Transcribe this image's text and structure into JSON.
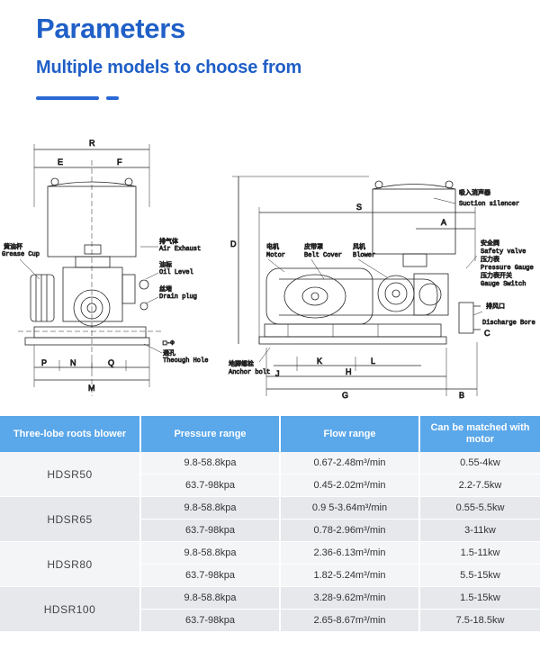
{
  "heading": {
    "title": "Parameters",
    "subtitle": "Multiple models to choose from"
  },
  "drawing_labels": {
    "front": {
      "R": "R",
      "E": "E",
      "F": "F",
      "grease_cup_cn": "黄油杯",
      "grease_cup": "Grease Cup",
      "air_exhaust_cn": "排气体",
      "air_exhaust": "Air Exhaust",
      "oil_level_cn": "油标",
      "oil_level": "Oil Level",
      "drain_plug_cn": "丝堵",
      "drain_plug": "Drain plug",
      "through_hole_cn": "通孔",
      "through_hole": "Theough Hole",
      "hole_mark": "□-Φ",
      "P": "P",
      "N": "N",
      "Q": "Q",
      "M": "M"
    },
    "side": {
      "S": "S",
      "A": "A",
      "D": "D",
      "suction_silencer_cn": "吸入消声器",
      "suction_silencer": "Suction silencer",
      "motor_cn": "电机",
      "motor": "Motor",
      "belt_cover_cn": "皮带罩",
      "belt_cover": "Belt Cover",
      "blower_cn": "风机",
      "blower": "Blower",
      "safety_valve_cn": "安全阀",
      "safety_valve": "Safety valve",
      "pressure_gauge_cn": "压力表",
      "pressure_gauge": "Pressure Gauge",
      "gauge_switch_cn": "压力表开关",
      "gauge_switch": "Gauge Switch",
      "discharge_bore_cn": "排风口",
      "discharge_bore": "Discharge Bore",
      "anchor_bolt_cn": "地脚螺栓",
      "anchor_bolt": "Anchor bolt",
      "C": "C",
      "J": "J",
      "K": "K",
      "L": "L",
      "H": "H",
      "G": "G",
      "B": "B"
    }
  },
  "table": {
    "headers": [
      "Three-lobe roots blower",
      "Pressure range",
      "Flow range",
      "Can be matched with motor"
    ],
    "groups": [
      {
        "model": "HDSR50",
        "rows": [
          {
            "pressure": "9.8-58.8kpa",
            "flow": "0.67-2.48m³/min",
            "motor": "0.55-4kw"
          },
          {
            "pressure": "63.7-98kpa",
            "flow": "0.45-2.02m³/min",
            "motor": "2.2-7.5kw"
          }
        ]
      },
      {
        "model": "HDSR65",
        "rows": [
          {
            "pressure": "9.8-58.8kpa",
            "flow": "0.9 5-3.64m³/min",
            "motor": "0.55-5.5kw"
          },
          {
            "pressure": "63.7-98kpa",
            "flow": "0.78-2.96m³/min",
            "motor": "3-11kw"
          }
        ]
      },
      {
        "model": "HDSR80",
        "rows": [
          {
            "pressure": "9.8-58.8kpa",
            "flow": "2.36-6.13m³/min",
            "motor": "1.5-11kw"
          },
          {
            "pressure": "63.7-98kpa",
            "flow": "1.82-5.24m³/min",
            "motor": "5.5-15kw"
          }
        ]
      },
      {
        "model": "HDSR100",
        "rows": [
          {
            "pressure": "9.8-58.8kpa",
            "flow": "3.28-9.62m³/min",
            "motor": "1.5-15kw"
          },
          {
            "pressure": "63.7-98kpa",
            "flow": "2.65-8.67m³/min",
            "motor": "7.5-18.5kw"
          }
        ]
      }
    ]
  },
  "colors": {
    "accent": "#1f5fc7",
    "header_bg": "#5aa7ea",
    "row_light": "#f4f5f7",
    "row_dark": "#e6e8ec"
  }
}
